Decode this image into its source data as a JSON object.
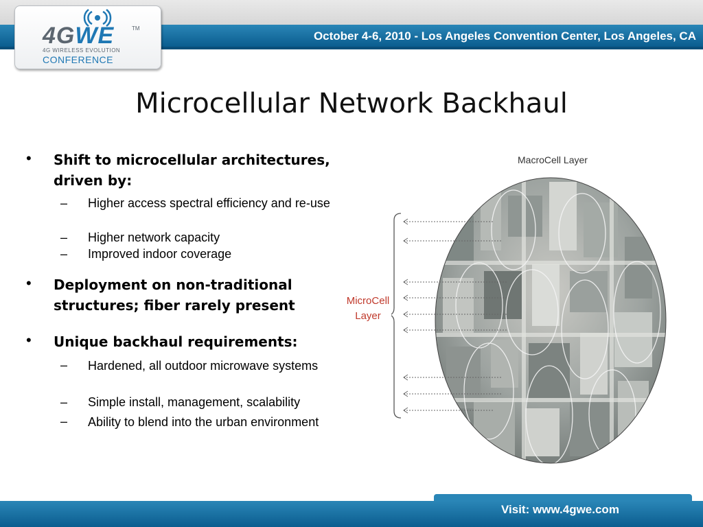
{
  "header": {
    "event_line": "October 4-6, 2010 - Los Angeles Convention Center, Los Angeles, CA"
  },
  "logo": {
    "main_left": "4G",
    "main_right": "WE",
    "tm": "TM",
    "subtitle": "4G WIRELESS EVOLUTION",
    "conference": "CONFERENCE",
    "icon": "signal-waves-icon"
  },
  "slide": {
    "title": "Microcellular Network Backhaul",
    "bullets": [
      {
        "text": "Shift to microcellular architectures, driven by:",
        "subs": [
          "Higher access spectral efficiency and re-use",
          "Higher network capacity",
          "Improved indoor coverage"
        ]
      },
      {
        "text": "Deployment on non-traditional structures; fiber rarely present",
        "subs": []
      },
      {
        "text": "Unique backhaul requirements:",
        "subs": [
          "Hardened, all outdoor microwave systems",
          "Simple install, management, scalability",
          "Ability to blend into the urban environment"
        ]
      }
    ],
    "bullet_glyph": "•",
    "dash_glyph": "–"
  },
  "diagram": {
    "macro_label": "MacroCell Layer",
    "micro_label_1": "MicroCell",
    "micro_label_2": "Layer",
    "micro_color": "#c0392b"
  },
  "footer": {
    "visit": "Visit: www.4gwe.com"
  },
  "colors": {
    "brand_blue": "#1f78b4",
    "band_blue": "#0b5d8f"
  }
}
